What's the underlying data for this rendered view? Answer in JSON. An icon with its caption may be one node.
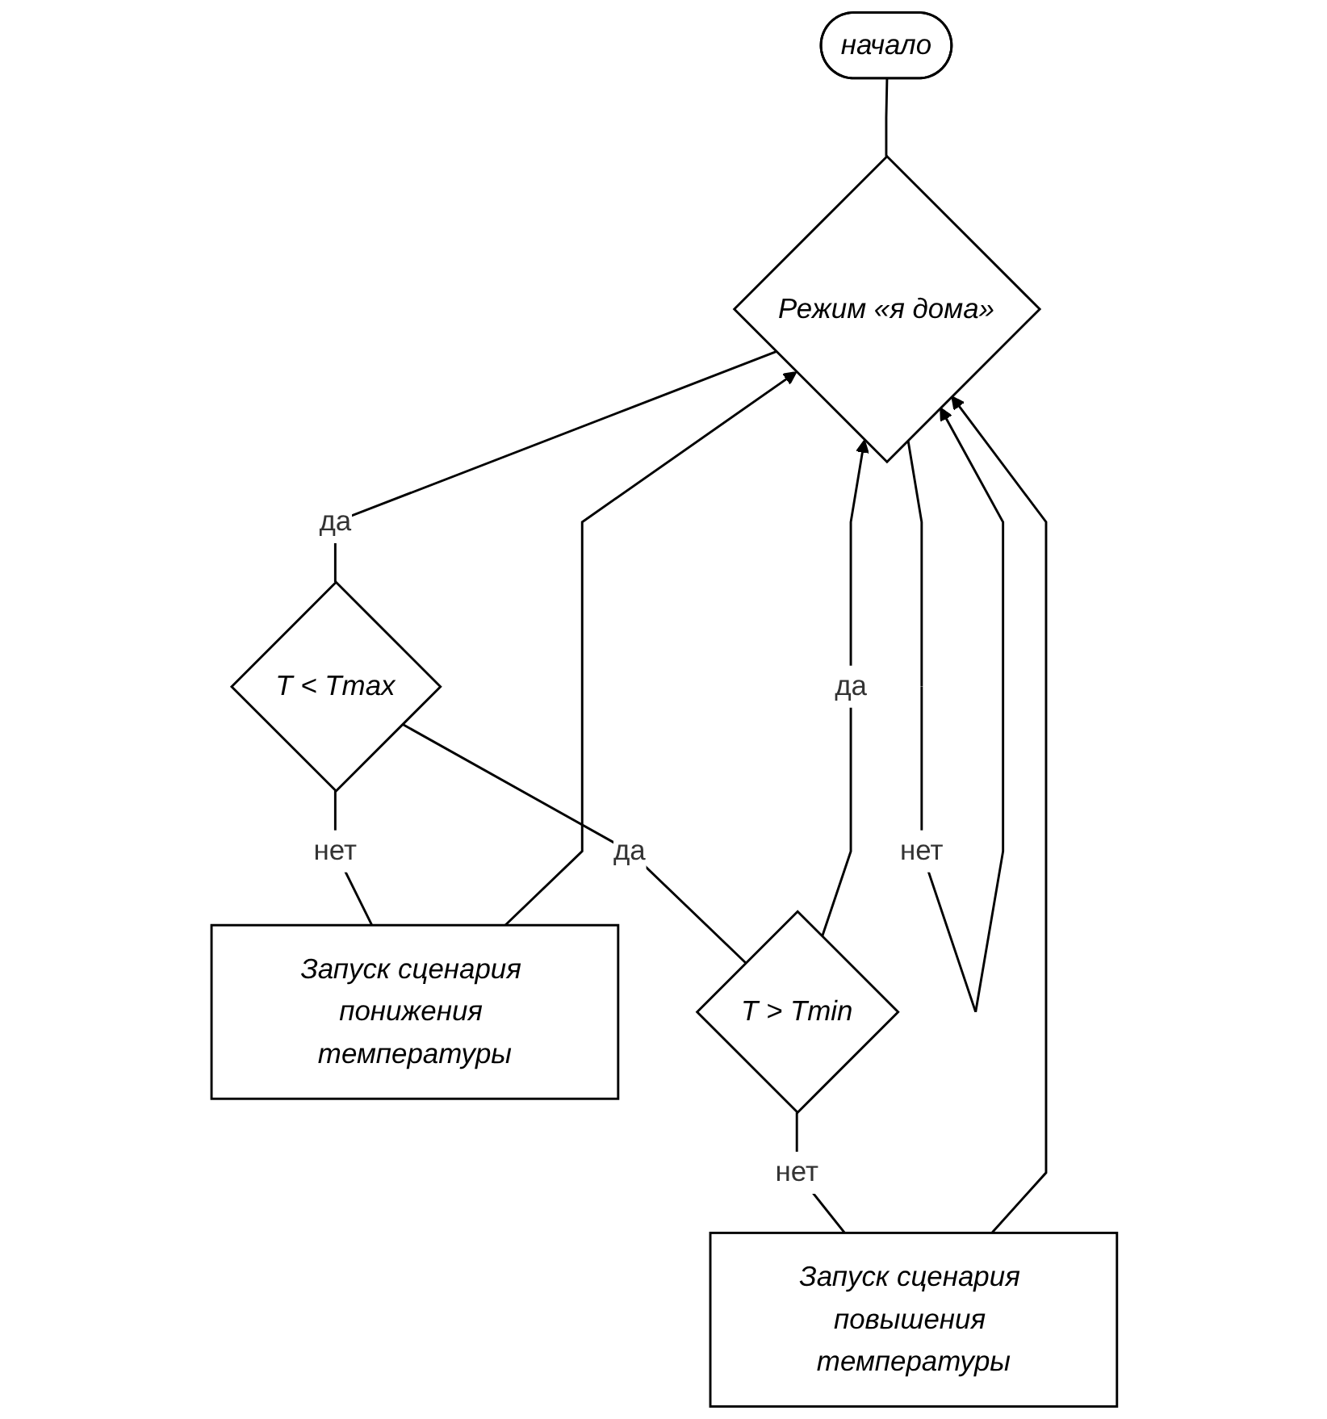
{
  "diagram": {
    "nodes": [
      {
        "text": [
          "начало"
        ]
      },
      {
        "text": [
          "Режим «я дома»"
        ]
      },
      {
        "text": [
          "T < Tmax"
        ]
      },
      {
        "text": [
          "Запуск сценария понижения температуры"
        ]
      },
      {
        "text": [
          "T > Tmin"
        ]
      },
      {
        "text": [
          "Запуск сценария повышения температуры"
        ]
      }
    ],
    "edges": [
      {
        "from": 0,
        "to": 1,
        "arrow": "none"
      },
      {
        "from": 1,
        "to": 1,
        "arrow": "to",
        "label": "нет"
      },
      {
        "from": 1,
        "to": 2,
        "arrow": "none",
        "label": "да"
      },
      {
        "from": 2,
        "to": 3,
        "arrow": "none",
        "label": "нет"
      },
      {
        "from": 2,
        "to": 4,
        "arrow": "none",
        "label": "да"
      },
      {
        "from": 3,
        "to": 1,
        "arrow": "to"
      },
      {
        "from": 4,
        "to": 5,
        "arrow": "none",
        "label": "нет"
      },
      {
        "from": 4,
        "to": 1,
        "arrow": "to",
        "label": "да"
      },
      {
        "from": 5,
        "to": 1,
        "arrow": "to"
      }
    ]
  }
}
